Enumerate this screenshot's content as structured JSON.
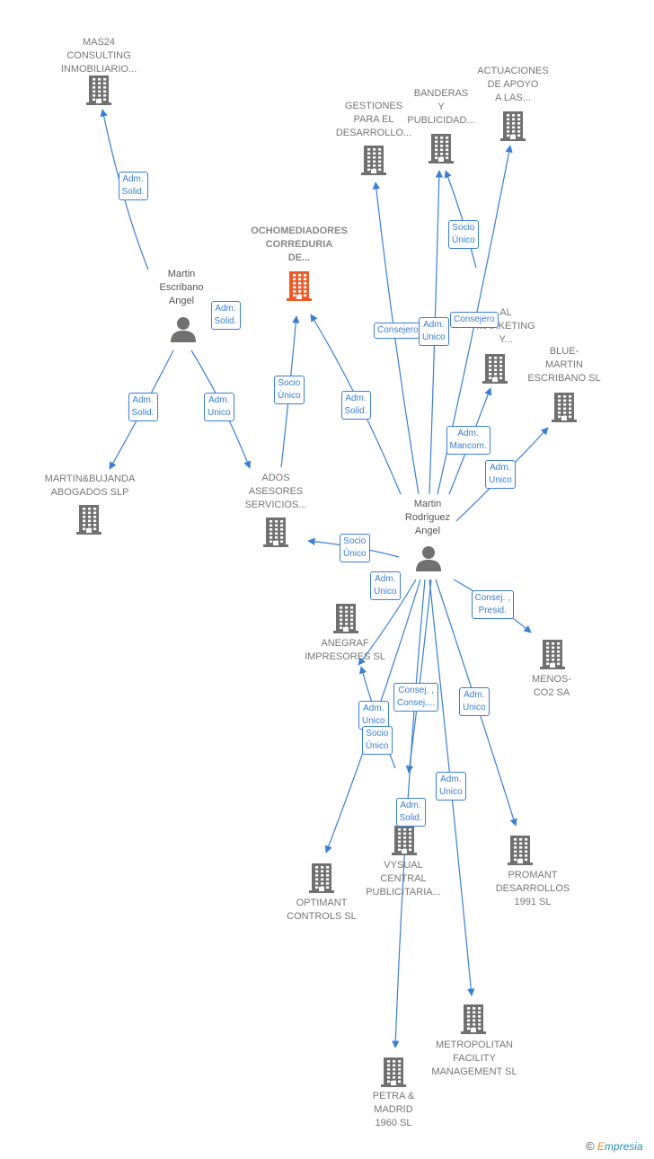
{
  "colors": {
    "edge": "#3a7fd5",
    "company_icon": "#707070",
    "focus_icon": "#f05a28",
    "person_icon": "#707070",
    "label": "#777777"
  },
  "nodes": [
    {
      "id": "mas24",
      "type": "company",
      "label": "MAS24\nCONSULTING\nINMOBILIARIO..."
    },
    {
      "id": "escribano",
      "type": "person",
      "label": "Martin\nEscribano\nAngel"
    },
    {
      "id": "ochomediadores",
      "type": "company_focus",
      "label": "OCHOMEDIADORES\nCORREDURIA\nDE..."
    },
    {
      "id": "gestiones",
      "type": "company",
      "label": "GESTIONES\nPARA EL\nDESARROLLO..."
    },
    {
      "id": "banderas",
      "type": "company",
      "label": "BANDERAS\nY\nPUBLICIDAD..."
    },
    {
      "id": "actuaciones",
      "type": "company",
      "label": "ACTUACIONES\nDE APOYO\nA LAS..."
    },
    {
      "id": "marketing",
      "type": "company",
      "label": "AL\nMARKETING\nY..."
    },
    {
      "id": "bluemartin",
      "type": "company",
      "label": "BLUE-\nMARTIN\nESCRIBANO SL"
    },
    {
      "id": "bujanda",
      "type": "company",
      "label": "MARTIN&BUJANDA\nABOGADOS  SLP"
    },
    {
      "id": "ados",
      "type": "company",
      "label": "ADOS\nASESORES\nSERVICIOS..."
    },
    {
      "id": "rodriguez",
      "type": "person",
      "label": "Martin\nRodriguez\nAngel"
    },
    {
      "id": "anegraf",
      "type": "company",
      "label": "ANEGRAF\nIMPRESORES SL"
    },
    {
      "id": "menos",
      "type": "company",
      "label": "MENOS-\nCO2 SA"
    },
    {
      "id": "vysual",
      "type": "company",
      "label": "VYSUAL\nCENTRAL\nPUBLICITARIA..."
    },
    {
      "id": "optimant",
      "type": "company",
      "label": "OPTIMANT\nCONTROLS SL"
    },
    {
      "id": "promant",
      "type": "company",
      "label": "PROMANT\nDESARROLLOS\n1991  SL"
    },
    {
      "id": "metropolitan",
      "type": "company",
      "label": "METROPOLITAN\nFACILITY\nMANAGEMENT SL"
    },
    {
      "id": "petra",
      "type": "company",
      "label": "PETRA &\nMADRID\n1960  SL"
    }
  ],
  "edges": [
    {
      "from": "escribano",
      "to": "mas24",
      "label": "Adm.\nSolid."
    },
    {
      "from": "escribano",
      "to": "bujanda",
      "label": "Adm.\nSolid."
    },
    {
      "from": "escribano",
      "to": "ados",
      "label": "Adm.\nUnico"
    },
    {
      "from": "ados",
      "to": "ochomediadores",
      "label": "Socio\nÚnico"
    },
    {
      "from": "rodriguez",
      "to": "ochomediadores",
      "label": "Adm.\nSolid."
    },
    {
      "from": "rodriguez",
      "to": "gestiones",
      "label": "Consejero"
    },
    {
      "from": "rodriguez",
      "to": "banderas",
      "label": "Adm.\nUnico"
    },
    {
      "from": "rodriguez",
      "to": "banderas",
      "label": "Socio\nÚnico"
    },
    {
      "from": "rodriguez",
      "to": "actuaciones",
      "label": "Consejero"
    },
    {
      "from": "rodriguez",
      "to": "marketing",
      "label": "Adm.\nMancom."
    },
    {
      "from": "rodriguez",
      "to": "bluemartin",
      "label": "Adm.\nUnico"
    },
    {
      "from": "rodriguez",
      "to": "ados",
      "label": "Socio\nÚnico"
    },
    {
      "from": "rodriguez",
      "to": "menos",
      "label": "Consej. ,\nPresid."
    },
    {
      "from": "rodriguez",
      "to": "anegraf",
      "label": "Adm.\nUnico"
    },
    {
      "from": "rodriguez",
      "to": "optimant",
      "label": "Consej. ,\nConsej...."
    },
    {
      "from": "rodriguez",
      "to": "promant",
      "label": "Adm.\nUnico"
    },
    {
      "from": "rodriguez",
      "to": "metropolitan",
      "label": "Adm.\nUnico"
    },
    {
      "from": "rodriguez",
      "to": "petra",
      "label": "Adm.\nSolid."
    },
    {
      "from": "rodriguez",
      "to": "vysual",
      "label": "Adm.\nUnico"
    },
    {
      "from": "vysual",
      "to": "anegraf",
      "label": "Socio\nÚnico"
    }
  ],
  "extra_labels": [
    {
      "id": "escribano_extra",
      "label": "Adm.\nSolid."
    },
    {
      "id": "rodriguez_extra",
      "label": "Adm.\nUnico"
    }
  ],
  "footer": {
    "copyright": "©",
    "brand_first": "E",
    "brand_rest": "mpresia"
  }
}
